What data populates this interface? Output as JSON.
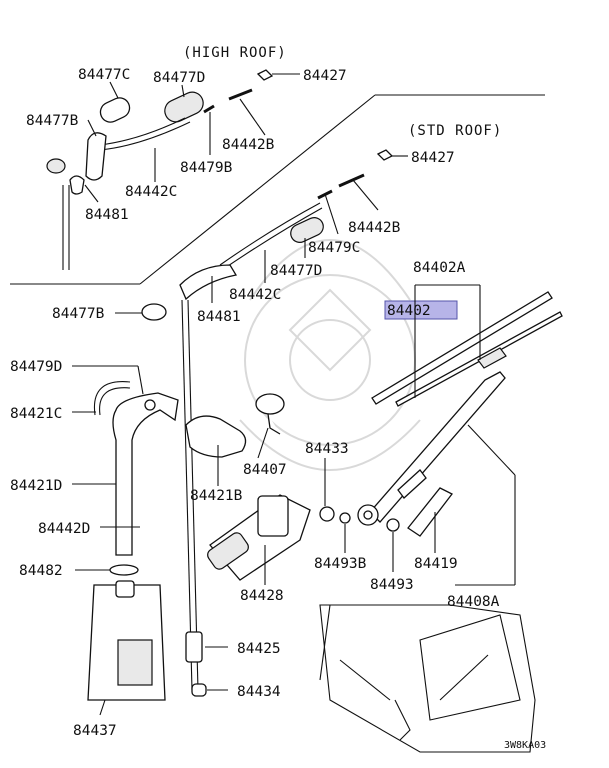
{
  "diagram": {
    "headings": {
      "high_roof": "(HIGH ROOF)",
      "std_roof": "(STD ROOF)"
    },
    "labels": {
      "l84477C": "84477C",
      "l84477D_high": "84477D",
      "l84427_high": "84427",
      "l84477B_top": "84477B",
      "l84442B_high": "84442B",
      "l84479B": "84479B",
      "l84442C_high": "84442C",
      "l84481_high": "84481",
      "l84427_std": "84427",
      "l84442B_std": "84442B",
      "l84479C": "84479C",
      "l84477D_std": "84477D",
      "l84442C_std": "84442C",
      "l84481_std": "84481",
      "l84477B_mid": "84477B",
      "l84402A": "84402A",
      "l84402": "84402",
      "l84479D": "84479D",
      "l84421C": "84421C",
      "l84421D": "84421D",
      "l84442D": "84442D",
      "l84482": "84482",
      "l84437": "84437",
      "l84421B": "84421B",
      "l84407": "84407",
      "l84433": "84433",
      "l84493B": "84493B",
      "l84493": "84493",
      "l84419": "84419",
      "l84428": "84428",
      "l84408A": "84408A",
      "l84425": "84425",
      "l84434": "84434"
    },
    "highlight_color": "#b7b4e8",
    "figure_code": "3W8KA03"
  }
}
